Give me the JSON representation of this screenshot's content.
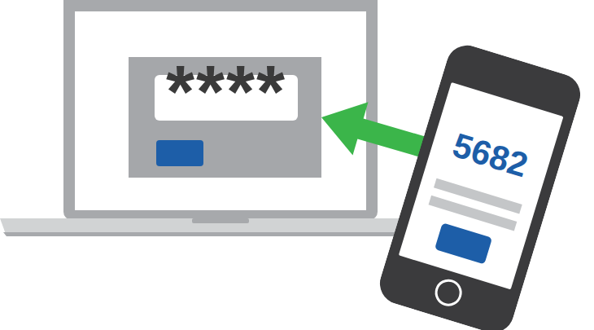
{
  "diagram": {
    "nodes": [
      {
        "text": [
          "****"
        ]
      },
      {
        "text": [
          "5682"
        ]
      }
    ],
    "edges": [
      {
        "from": 1,
        "to": 0,
        "arrow": "to"
      }
    ]
  }
}
